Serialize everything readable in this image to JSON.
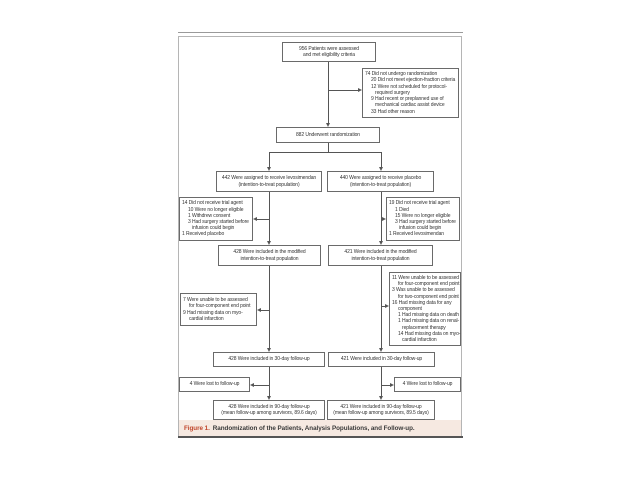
{
  "figure": {
    "caption": {
      "label": "Figure 1.",
      "text": "Randomization of the Patients, Analysis Populations, and Follow-up."
    }
  },
  "boxes": {
    "assessed": {
      "lines": [
        "956 Patients were assessed",
        "and met eligibility criteria"
      ]
    },
    "not_randomized": {
      "lines": [
        "74 Did not undergo randomization",
        "20 Did not meet ejection-fraction criteria",
        "12 Were not scheduled for protocol-",
        "required surgery",
        "9 Had recent or preplanned use of",
        "mechanical cardiac assist device",
        "33 Had other reason"
      ]
    },
    "randomized": {
      "lines": [
        "882 Underwent randomization"
      ]
    },
    "levo_assigned": {
      "lines": [
        "442 Were assigned to receive levosimendan",
        "(intention-to-treat population)"
      ]
    },
    "placebo_assigned": {
      "lines": [
        "440 Were assigned to receive placebo",
        "(intention-to-treat population)"
      ]
    },
    "levo_not_received": {
      "lines": [
        "14 Did not receive trial agent",
        "10 Were no longer eligible",
        "1 Withdrew consent",
        "3 Had surgery started before",
        "infusion could begin",
        "1 Received placebo"
      ]
    },
    "placebo_not_received": {
      "lines": [
        "19 Did not receive trial agent",
        "1 Died",
        "15 Were no longer eligible",
        "3 Had surgery started before",
        "infusion could begin",
        "1 Received levosimendan"
      ]
    },
    "levo_mitt": {
      "lines": [
        "428 Were included in the modified",
        "intention-to-treat population"
      ]
    },
    "placebo_mitt": {
      "lines": [
        "421 Were included in the modified",
        "intention-to-treat population"
      ]
    },
    "levo_unassessed": {
      "lines": [
        "7 Were unable to be assessed",
        "for four-component end point",
        "9 Had missing data on myo-",
        "cardial infarction"
      ]
    },
    "placebo_unassessed": {
      "lines": [
        "11 Were unable to be assessed",
        "for four-component end point",
        "3 Was unable to be assessed",
        "for two-component end point",
        "16 Had missing data for any",
        "component",
        "1 Had missing data on death",
        "1 Had missing data on renal-",
        "replacement therapy",
        "14 Had missing data on myo-",
        "cardial infarction"
      ]
    },
    "levo_30day": {
      "lines": [
        "428 Were included in 30-day follow-up"
      ]
    },
    "placebo_30day": {
      "lines": [
        "421 Were included in 30-day follow-up"
      ]
    },
    "levo_lost": {
      "lines": [
        "4 Were lost to follow-up"
      ]
    },
    "placebo_lost": {
      "lines": [
        "4 Were lost to follow-up"
      ]
    },
    "levo_90day": {
      "lines": [
        "428 Were included in 90-day follow-up",
        "(mean follow-up among survivors, 89.6 days)"
      ]
    },
    "placebo_90day": {
      "lines": [
        "421 Were included in 90-day follow-up",
        "(mean follow-up among survivors, 89.5 days)"
      ]
    }
  }
}
